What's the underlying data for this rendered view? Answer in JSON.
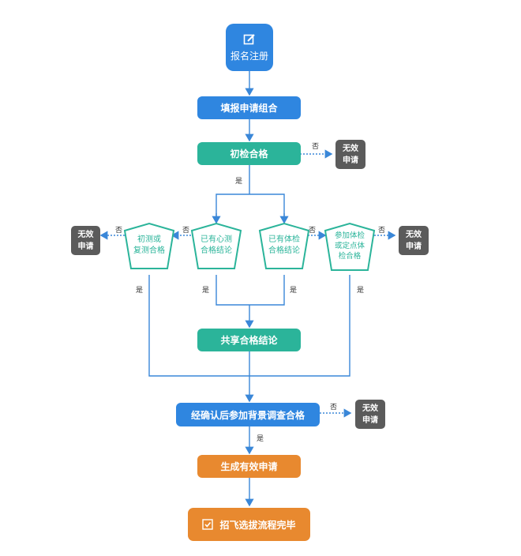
{
  "nodes": {
    "start": "报名注册",
    "fill": "填报申请组合",
    "initial": "初检合格",
    "recheck": "初测或\n复测合格",
    "psych": "已有心测\n合格结论",
    "physical": "已有体检\n合格结论",
    "join_physical": "参加体检\n或定点体\n检合格",
    "shared": "共享合格结论",
    "background": "经确认后参加背景调查合格",
    "generate": "生成有效申请",
    "finish": "招飞选拔流程完毕"
  },
  "invalid": {
    "line1": "无效",
    "line2": "申请"
  },
  "labels": {
    "yes": "是",
    "no": "否"
  },
  "colors": {
    "blue": "#2f86e0",
    "teal": "#2bb49a",
    "orange": "#e8892f",
    "gray": "#5b5b5b",
    "line": "#3a87d8"
  },
  "icons": {
    "start": "edit-icon",
    "finish": "checkbox-icon"
  }
}
